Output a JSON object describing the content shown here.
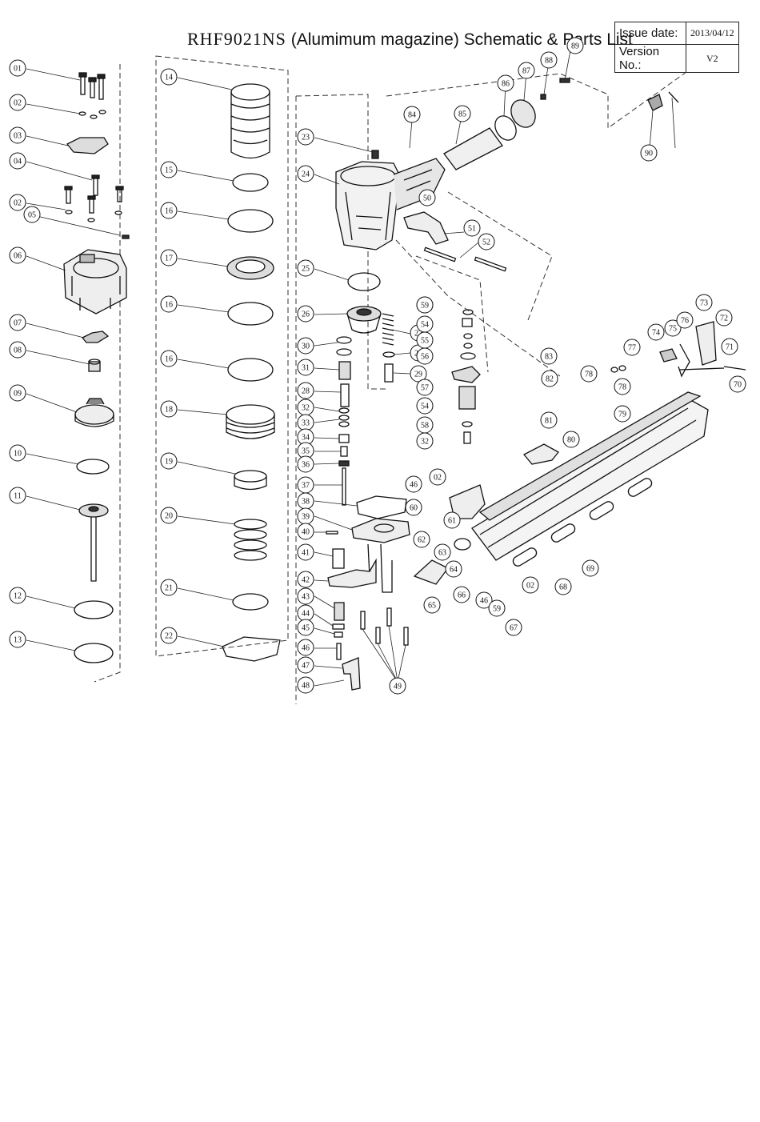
{
  "header": {
    "model": "RHF9021NS",
    "subtitle": "(Alumimum magazine) Schematic & Parts List"
  },
  "info": {
    "issue_label": "Issue date:",
    "issue_value": "2013/04/12",
    "version_label": "Version No.:",
    "version_value": "V2"
  },
  "callouts": [
    "01",
    "02",
    "03",
    "04",
    "02",
    "05",
    "06",
    "07",
    "08",
    "09",
    "10",
    "11",
    "12",
    "13",
    "14",
    "15",
    "16",
    "17",
    "16",
    "16",
    "18",
    "19",
    "20",
    "21",
    "22",
    "23",
    "24",
    "25",
    "26",
    "27",
    "28",
    "29",
    "30",
    "31",
    "28",
    "32",
    "33",
    "34",
    "35",
    "36",
    "37",
    "38",
    "39",
    "40",
    "41",
    "42",
    "43",
    "44",
    "45",
    "46",
    "47",
    "48",
    "49",
    "50",
    "51",
    "52",
    "53",
    "54",
    "55",
    "56",
    "57",
    "54",
    "58",
    "32",
    "59",
    "46",
    "02",
    "60",
    "61",
    "62",
    "63",
    "64",
    "65",
    "66",
    "46",
    "02",
    "59",
    "67",
    "68",
    "69",
    "70",
    "71",
    "72",
    "73",
    "74",
    "75",
    "76",
    "77",
    "78",
    "78",
    "79",
    "80",
    "81",
    "82",
    "83",
    "84",
    "85",
    "86",
    "87",
    "88",
    "89",
    "90"
  ]
}
